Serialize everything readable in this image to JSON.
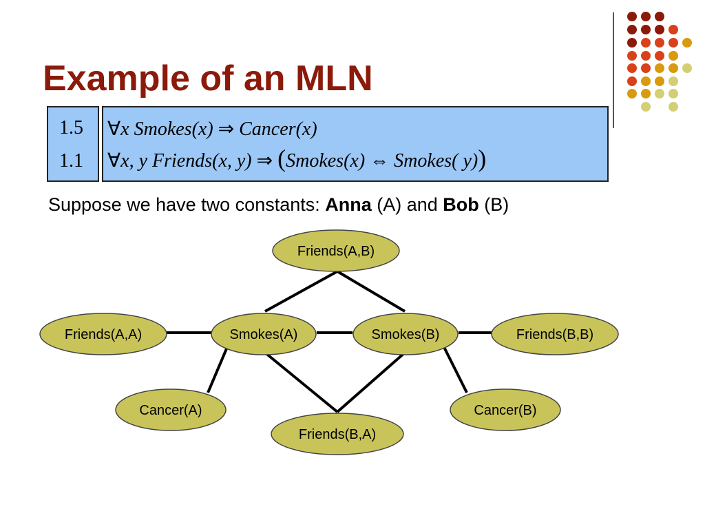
{
  "slide": {
    "title": "Example of an MLN",
    "dot_colors": [
      "#8b1a0a",
      "#d9411b",
      "#d89a0e",
      "#d3cf74"
    ]
  },
  "mln": {
    "rules": [
      {
        "weight": "1.5",
        "quantifier": "∀",
        "var": "x",
        "pred1": "Smokes",
        "args1": "(x)",
        "implies": "⇒",
        "pred2": "Cancer",
        "args2": "(x)"
      },
      {
        "weight": "1.1",
        "quantifier": "∀",
        "vars": "x, y",
        "pred1": "Friends",
        "args1": "(x, y)",
        "implies": "⇒",
        "open": "(",
        "pred2": "Smokes",
        "args2": "(x)",
        "equiv": "⇔",
        "pred3": "Smokes",
        "args3": "( y)",
        "close": ")"
      }
    ]
  },
  "constants": {
    "text_before": "Suppose we have two constants: ",
    "anna": "Anna",
    "anna_abbrev": " (A) and ",
    "bob": "Bob",
    "bob_abbrev": " (B)"
  },
  "graph": {
    "node_fill": "#c9c45a",
    "nodes": [
      {
        "id": "friends-ab",
        "label": "Friends(A,B)"
      },
      {
        "id": "friends-aa",
        "label": "Friends(A,A)"
      },
      {
        "id": "smokes-a",
        "label": "Smokes(A)"
      },
      {
        "id": "smokes-b",
        "label": "Smokes(B)"
      },
      {
        "id": "friends-bb",
        "label": "Friends(B,B)"
      },
      {
        "id": "cancer-a",
        "label": "Cancer(A)"
      },
      {
        "id": "friends-ba",
        "label": "Friends(B,A)"
      },
      {
        "id": "cancer-b",
        "label": "Cancer(B)"
      }
    ],
    "edges": [
      [
        "friends-ab",
        "smokes-a"
      ],
      [
        "friends-ab",
        "smokes-b"
      ],
      [
        "friends-aa",
        "smokes-a"
      ],
      [
        "smokes-a",
        "smokes-b"
      ],
      [
        "smokes-b",
        "friends-bb"
      ],
      [
        "smokes-a",
        "cancer-a"
      ],
      [
        "smokes-b",
        "cancer-b"
      ],
      [
        "smokes-a",
        "friends-ba"
      ],
      [
        "smokes-b",
        "friends-ba"
      ]
    ]
  }
}
